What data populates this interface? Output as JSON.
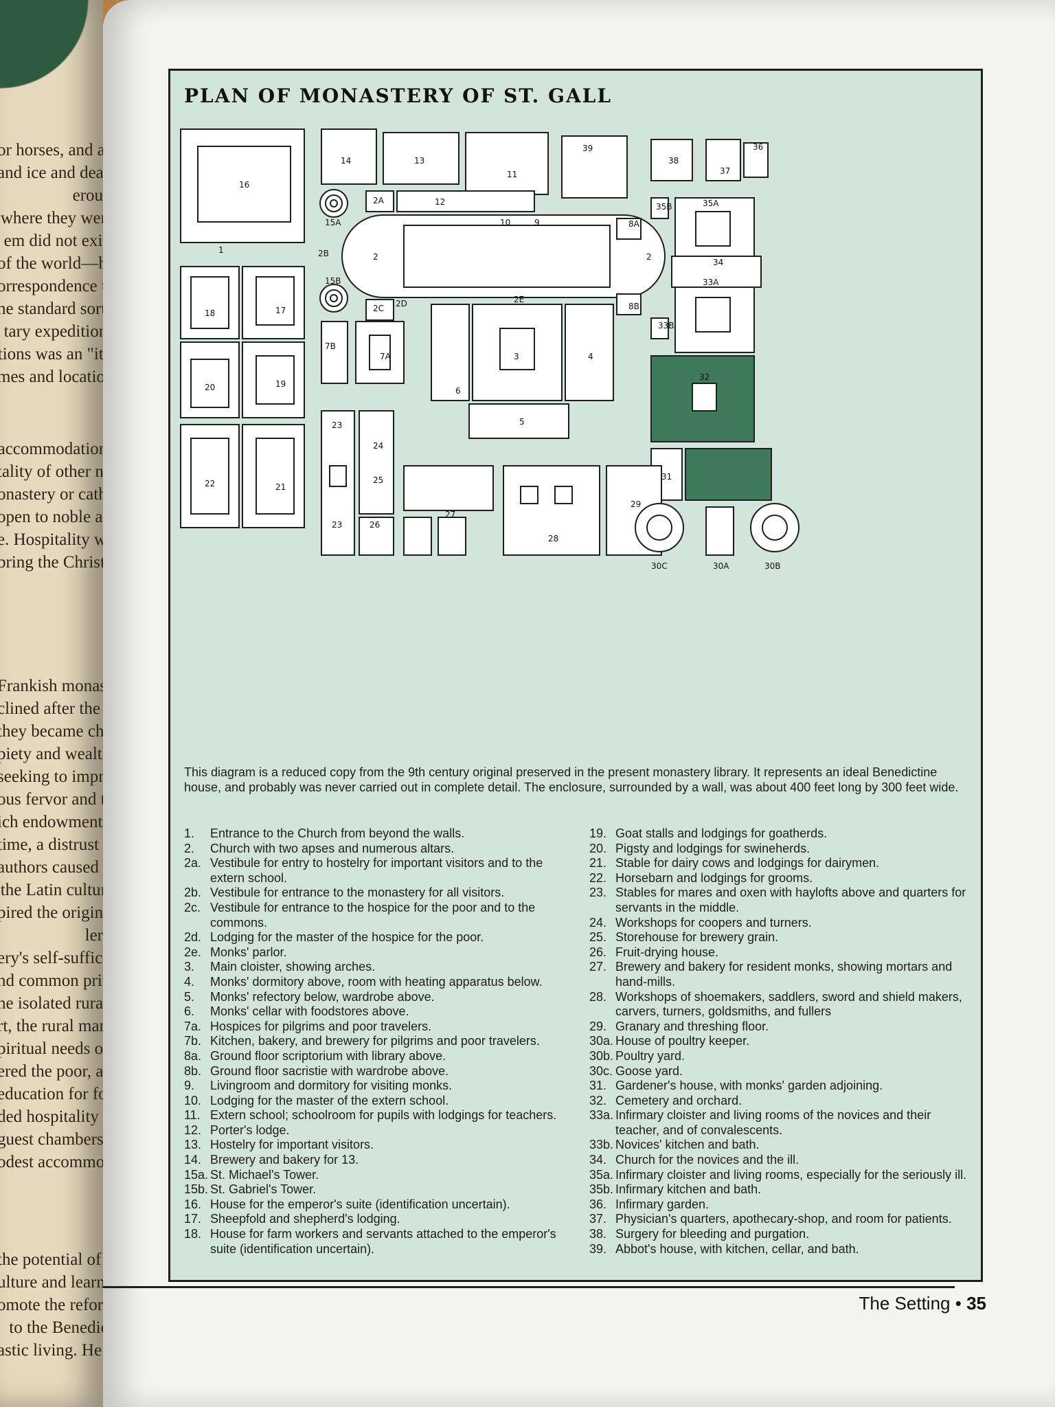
{
  "left_page": {
    "fragments": [
      "or horses, and al-",
      "and ice and dead-",
      "erous.",
      "where they were",
      "em did not exist",
      "of the world—had",
      "orrespondence to",
      "he standard sort of",
      "tary expeditions",
      "tions was an \"iti-",
      "mes and locations",
      "accommodations",
      "tality of other no-",
      "onastery or cathe-",
      "open to noble and",
      "e. Hospitality was",
      "bring the Christian",
      "Frankish monastic",
      "clined after the fall",
      "they became chan-",
      "piety and wealth of",
      "seeking to impress",
      "ous fervor and to",
      "ich endowments to",
      "time, a distrust of",
      "authors caused the",
      "the Latin culture",
      "pired the original",
      "lers.",
      "ery's self-sufficient",
      "nd common prin-",
      "he isolated rural es-",
      "rt, the rural manor",
      "piritual needs of its",
      "ered the poor, aged",
      "education for form",
      "ded hospitality for",
      "guest chambers for",
      "odest accommoda-",
      "the potential of its",
      "ulture and learning",
      "omote the reform",
      "to the Benedic-",
      "astic living. He has"
    ]
  },
  "map": {
    "title": "PLAN OF MONASTERY OF ST. GALL",
    "labels": [
      "1",
      "2",
      "2",
      "2A",
      "2B",
      "2C",
      "2D",
      "2E",
      "3",
      "4",
      "5",
      "6",
      "7A",
      "7B",
      "8A",
      "8B",
      "9",
      "10",
      "11",
      "12",
      "13",
      "14",
      "15A",
      "15B",
      "16",
      "17",
      "18",
      "19",
      "20",
      "21",
      "22",
      "23",
      "23",
      "24",
      "25",
      "26",
      "27",
      "28",
      "29",
      "30C",
      "30A",
      "30B",
      "31",
      "32",
      "33A",
      "33B",
      "34",
      "35A",
      "35B",
      "36",
      "37",
      "38",
      "39"
    ]
  },
  "caption": "This diagram is a reduced copy from the 9th century original preserved in the present monastery library. It represents an ideal Benedictine house, and probably was never carried out in complete detail. The enclosure, surrounded by a wall, was about 400 feet long by 300 feet wide.",
  "legend_left": [
    {
      "num": "1.",
      "text": "Entrance to the Church from beyond the walls."
    },
    {
      "num": "2.",
      "text": "Church with two apses and numerous altars."
    },
    {
      "num": "2a.",
      "text": "Vestibule for entry to hostelry for important visitors and to the extern school."
    },
    {
      "num": "2b.",
      "text": "Vestibule for entrance to the monastery for all visitors."
    },
    {
      "num": "2c.",
      "text": "Vestibule for entrance to the hospice for the poor and to the commons."
    },
    {
      "num": "2d.",
      "text": "Lodging for the master of the hospice for the poor."
    },
    {
      "num": "2e.",
      "text": "Monks' parlor."
    },
    {
      "num": "3.",
      "text": "Main cloister, showing arches."
    },
    {
      "num": "4.",
      "text": "Monks' dormitory above, room with heating apparatus below."
    },
    {
      "num": "5.",
      "text": "Monks' refectory below, wardrobe above."
    },
    {
      "num": "6.",
      "text": "Monks' cellar with foodstores above."
    },
    {
      "num": "7a.",
      "text": "Hospices for pilgrims and poor travelers."
    },
    {
      "num": "7b.",
      "text": "Kitchen, bakery, and brewery for pilgrims and poor travelers."
    },
    {
      "num": "8a.",
      "text": "Ground floor scriptorium with library above."
    },
    {
      "num": "8b.",
      "text": "Ground floor sacristie with wardrobe above."
    },
    {
      "num": "9.",
      "text": "Livingroom and dormitory for visiting monks."
    },
    {
      "num": "10.",
      "text": "Lodging for the master of the extern school."
    },
    {
      "num": "11.",
      "text": "Extern school; schoolroom for pupils with lodgings for teachers."
    },
    {
      "num": "12.",
      "text": "Porter's lodge."
    },
    {
      "num": "13.",
      "text": "Hostelry for important visitors."
    },
    {
      "num": "14.",
      "text": "Brewery and bakery for 13."
    },
    {
      "num": "15a.",
      "text": "St. Michael's Tower."
    },
    {
      "num": "15b.",
      "text": "St. Gabriel's Tower."
    },
    {
      "num": "16.",
      "text": "House for the emperor's suite (identification uncertain)."
    },
    {
      "num": "17.",
      "text": "Sheepfold and shepherd's lodging."
    },
    {
      "num": "18.",
      "text": "House for farm workers and servants attached to the emperor's suite (identification uncertain)."
    }
  ],
  "legend_right": [
    {
      "num": "19.",
      "text": "Goat stalls and lodgings for goatherds."
    },
    {
      "num": "20.",
      "text": "Pigsty and lodgings for swineherds."
    },
    {
      "num": "21.",
      "text": "Stable for dairy cows and lodgings for dairymen."
    },
    {
      "num": "22.",
      "text": "Horsebarn and lodgings for grooms."
    },
    {
      "num": "23.",
      "text": "Stables for mares and oxen with haylofts above and quarters for servants in the middle."
    },
    {
      "num": "24.",
      "text": "Workshops for coopers and turners."
    },
    {
      "num": "25.",
      "text": "Storehouse for brewery grain."
    },
    {
      "num": "26.",
      "text": "Fruit-drying house."
    },
    {
      "num": "27.",
      "text": "Brewery and bakery for resident monks, showing mortars and hand-mills."
    },
    {
      "num": "28.",
      "text": "Workshops of shoemakers, saddlers, sword and shield makers, carvers, turners, goldsmiths, and fullers"
    },
    {
      "num": "29.",
      "text": "Granary and threshing floor."
    },
    {
      "num": "30a.",
      "text": "House of poultry keeper."
    },
    {
      "num": "30b.",
      "text": "Poultry yard."
    },
    {
      "num": "30c.",
      "text": "Goose yard."
    },
    {
      "num": "31.",
      "text": "Gardener's house, with monks' garden adjoining."
    },
    {
      "num": "32.",
      "text": "Cemetery and orchard."
    },
    {
      "num": "33a.",
      "text": "Infirmary cloister and living rooms of the novices and their teacher, and of convalescents."
    },
    {
      "num": "33b.",
      "text": "Novices' kitchen and bath."
    },
    {
      "num": "34.",
      "text": "Church for the novices and the ill."
    },
    {
      "num": "35a.",
      "text": "Infirmary cloister and living rooms, especially for the seriously ill."
    },
    {
      "num": "35b.",
      "text": "Infirmary kitchen and bath."
    },
    {
      "num": "36.",
      "text": "Infirmary garden."
    },
    {
      "num": "37.",
      "text": "Physician's quarters, apothecary-shop, and room for patients."
    },
    {
      "num": "38.",
      "text": "Surgery for bleeding and purgation."
    },
    {
      "num": "39.",
      "text": "Abbot's house, with kitchen, cellar, and bath."
    }
  ],
  "footer": {
    "section": "The Setting",
    "separator": "•",
    "page": "35"
  },
  "colors": {
    "panel": "#d2e4dc",
    "garden": "#3f7a5a",
    "ink": "#1b1f1d",
    "page": "#f4f4f1"
  }
}
